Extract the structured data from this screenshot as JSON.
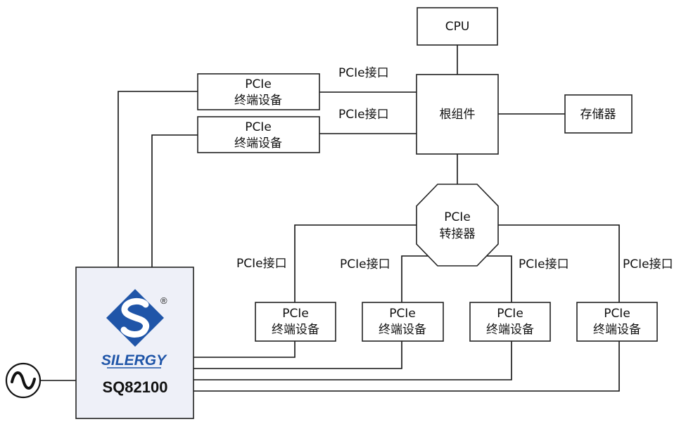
{
  "cpu": {
    "label": "CPU"
  },
  "root": {
    "label": "根组件"
  },
  "storage": {
    "label": "存储器"
  },
  "switch": {
    "line1": "PCIe",
    "line2": "转接器"
  },
  "endpoints": [
    {
      "line1": "PCIe",
      "line2": "终端设备"
    },
    {
      "line1": "PCIe",
      "line2": "终端设备"
    },
    {
      "line1": "PCIe",
      "line2": "终端设备"
    },
    {
      "line1": "PCIe",
      "line2": "终端设备"
    },
    {
      "line1": "PCIe",
      "line2": "终端设备"
    },
    {
      "line1": "PCIe",
      "line2": "终端设备"
    }
  ],
  "interface_labels": [
    "PCIe接口",
    "PCIe接口",
    "PCIe接口",
    "PCIe接口",
    "PCIe接口",
    "PCIe接口"
  ],
  "chip": {
    "logo_text": "SILERGY",
    "registered": "®",
    "model": "SQ82100",
    "logo_color": "#1f55a8"
  },
  "power_source": {
    "icon": "ac-source-icon"
  }
}
